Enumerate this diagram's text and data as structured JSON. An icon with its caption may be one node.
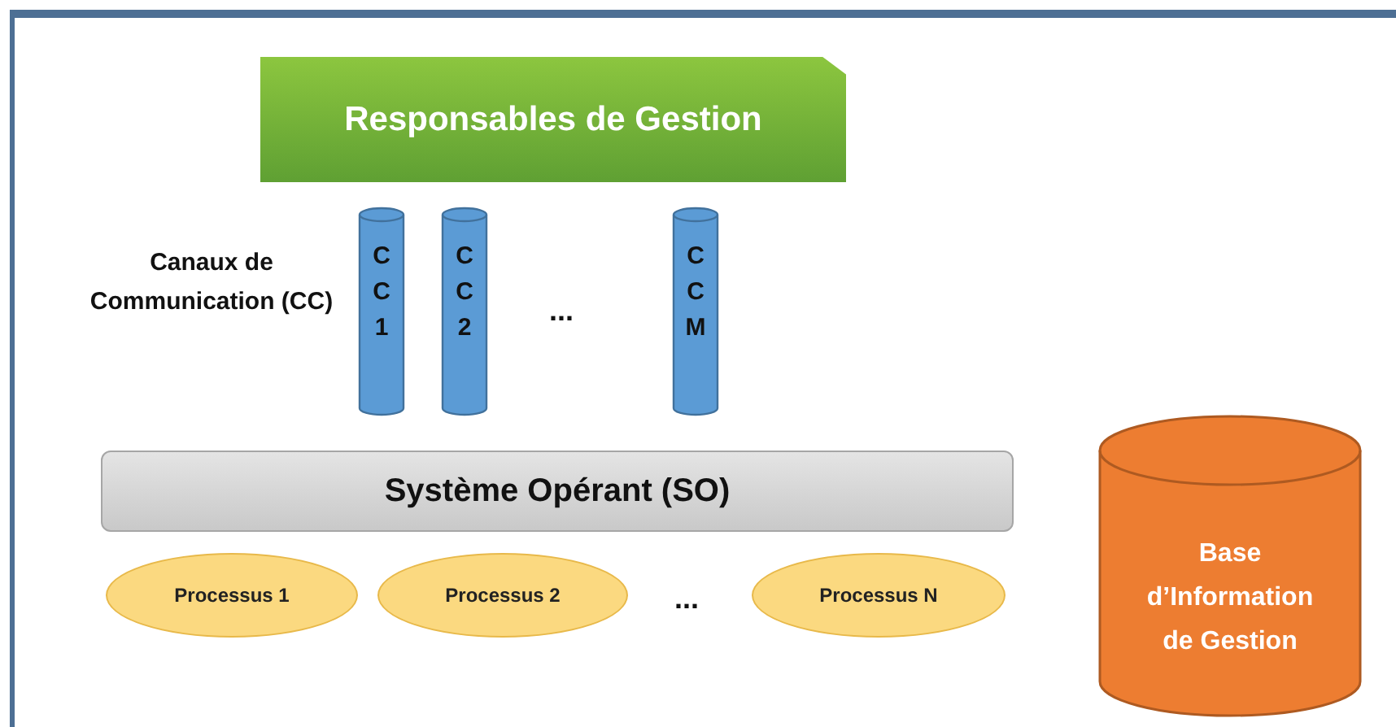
{
  "diagram": {
    "nodes": [
      {
        "text": [
          "Responsables de Gestion"
        ]
      },
      {
        "text": [
          "CC1"
        ]
      },
      {
        "text": [
          "CC2"
        ]
      },
      {
        "text": [
          "CCM"
        ]
      },
      {
        "text": [
          "Système Opérant (SO)"
        ]
      },
      {
        "text": [
          "Processus 1"
        ]
      },
      {
        "text": [
          "Processus 2"
        ]
      },
      {
        "text": [
          "Processus N"
        ]
      },
      {
        "text": [
          "Base d’Information de Gestion"
        ]
      }
    ],
    "labels": [
      "Canaux de Communication (CC)",
      "...",
      "..."
    ]
  }
}
